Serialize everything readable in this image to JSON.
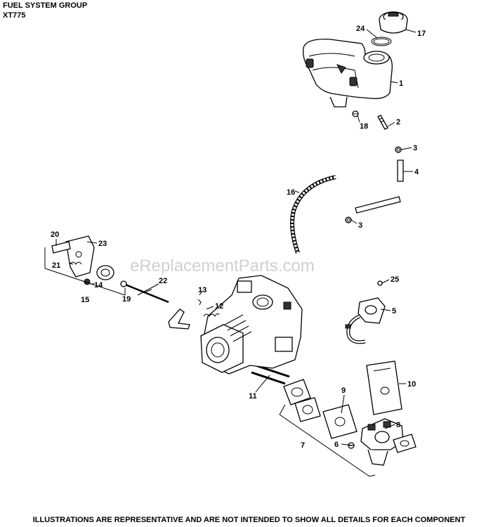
{
  "header": {
    "line1": "FUEL SYSTEM GROUP",
    "line2": "XT775"
  },
  "watermark": "eReplacementParts.com",
  "footer": "ILLUSTRATIONS ARE REPRESENTATIVE AND ARE NOT INTENDED TO SHOW ALL DETAILS FOR EACH COMPONENT",
  "callouts": {
    "c1": "1",
    "c2": "2",
    "c3a": "3",
    "c3b": "3",
    "c4": "4",
    "c5": "5",
    "c6": "6",
    "c7": "7",
    "c8": "8",
    "c9": "9",
    "c10": "10",
    "c11": "11",
    "c12": "12",
    "c13": "13",
    "c14": "14",
    "c15": "15",
    "c16": "16",
    "c17": "17",
    "c18": "18",
    "c19": "19",
    "c20": "20",
    "c21": "21",
    "c22": "22",
    "c23": "23",
    "c24": "24",
    "c25": "25"
  }
}
